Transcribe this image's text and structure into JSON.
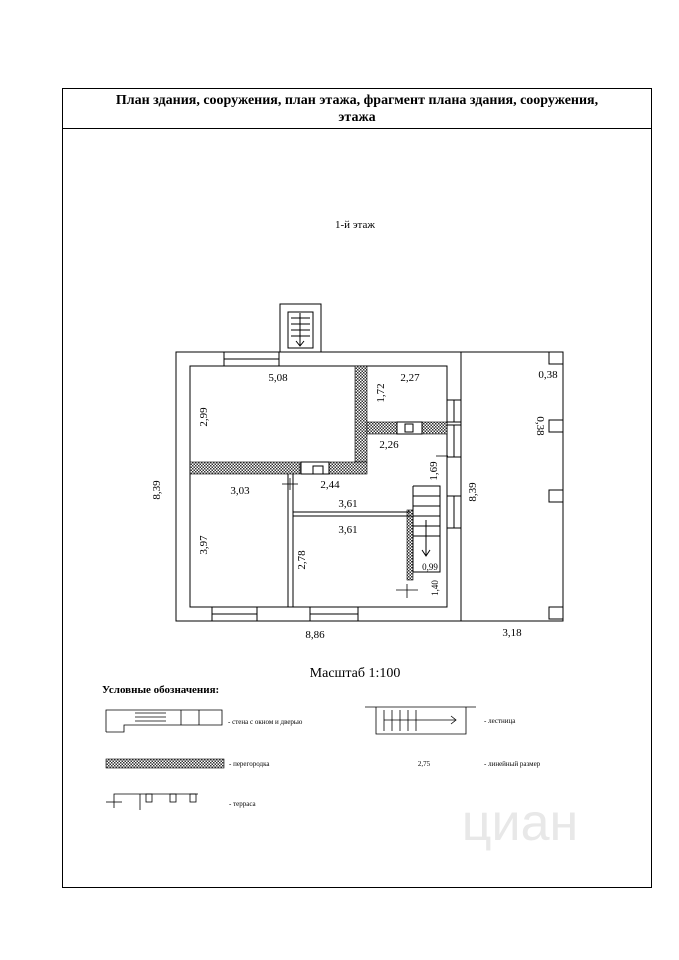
{
  "header": {
    "line1": "План здания, сооружения, план этажа, фрагмент плана здания, сооружения,",
    "line2": "этажа"
  },
  "floor_label": "1-й этаж",
  "dimensions": {
    "d_5_08": "5,08",
    "d_2_27": "2,27",
    "d_1_72": "1,72",
    "d_2_99": "2,99",
    "d_2_26": "2,26",
    "d_0_38a": "0,38",
    "d_0_38b": "0,38",
    "d_1_69": "1,69",
    "d_8_39_left": "8,39",
    "d_8_39_mid": "8,39",
    "d_3_03": "3,03",
    "d_2_44": "2,44",
    "d_3_61a": "3,61",
    "d_3_61b": "3,61",
    "d_3_97": "3,97",
    "d_2_78": "2,78",
    "d_0_99": "0,99",
    "d_1_40": "1,40",
    "d_8_86": "8,86",
    "d_3_18": "3,18"
  },
  "scale_label": "Масштаб 1:100",
  "legend": {
    "title": "Условные обозначения:",
    "wall": "- стена с окном и дверью",
    "stairs": "- лестница",
    "partition": "- перегородка",
    "dimension_sample": "2,75",
    "dimension": "- линейный размер",
    "terrace": "- терраса"
  },
  "watermark": "циан",
  "colors": {
    "line": "#000000",
    "hatch": "#555555",
    "background": "#ffffff"
  }
}
